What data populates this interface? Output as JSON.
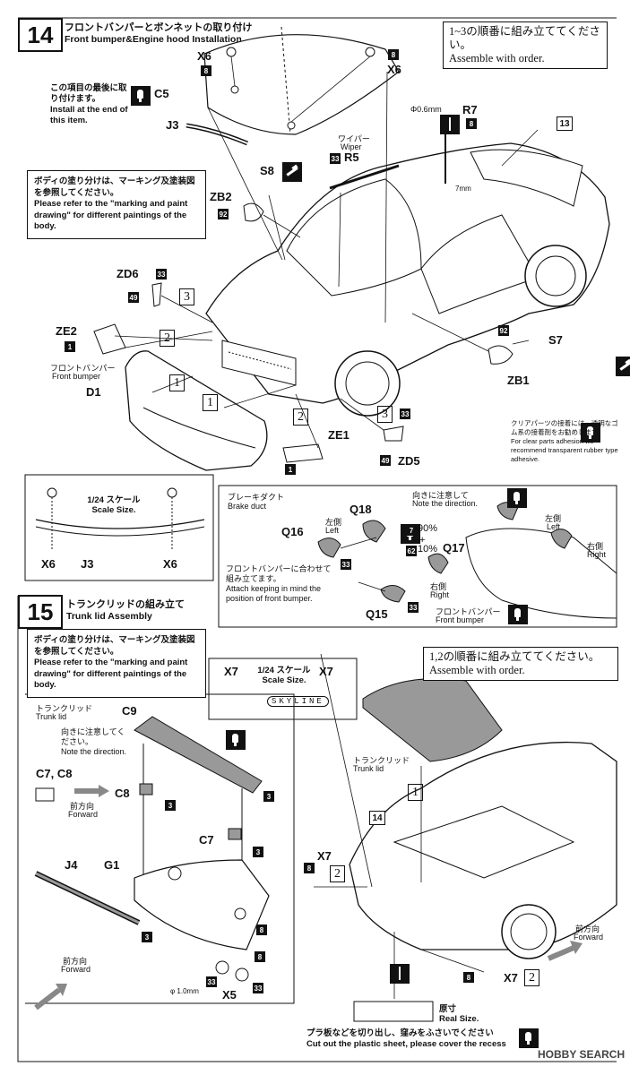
{
  "step14": {
    "number": "14",
    "title_jp": "フロントバンパーとボンネットの取り付け",
    "title_en": "Front bumper&Engine hood Installation",
    "order_jp": "1~3の順番に組み立ててください。",
    "order_en": "Assemble with order.",
    "install_last_jp": "この項目の最後に取り付けます。",
    "install_last_en": "Install at the end of this item.",
    "paint_note_jp": "ボディの塗り分けは、マーキング及塗装図を参照してください。",
    "paint_note_en": "Please refer to the \"marking and paint drawing\" for different paintings of the body.",
    "wiper_jp": "ワイパー",
    "wiper_en": "Wiper",
    "drill_size": "Φ0.6mm",
    "dim_7mm": "7mm",
    "front_bumper_jp": "フロントバンパー",
    "front_bumper_en": "Front bumper",
    "clear_parts_jp": "クリアパーツの接着には、透明なゴム系の接着剤をお勧めします。",
    "clear_parts_en": "For clear parts adhesion we recommend transparent rubber type adhesive.",
    "scale_jp": "1/24 スケール",
    "scale_en": "Scale Size.",
    "brake_duct_jp": "ブレーキダクト",
    "brake_duct_en": "Brake duct",
    "direction_jp": "向きに注意して",
    "direction_en": "Note the direction.",
    "left_jp": "左側",
    "left_en": "Left",
    "right_jp": "右側",
    "right_en": "Right",
    "mix_a": "90%",
    "mix_plus": "+",
    "mix_b": "10%",
    "keep_jp": "フロントバンパーに合わせて組み立てます。",
    "keep_en": "Attach keeping in mind the position of front bumper.",
    "ref_13": "13",
    "parts": {
      "x6": "X6",
      "c5": "C5",
      "j3": "J3",
      "r7": "R7",
      "s8": "S8",
      "r5": "R5",
      "zb2": "ZB2",
      "zd6": "ZD6",
      "ze2": "ZE2",
      "d1": "D1",
      "s7": "S7",
      "zb1": "ZB1",
      "ze1": "ZE1",
      "zd5": "ZD5",
      "q16": "Q16",
      "q18": "Q18",
      "q17": "Q17",
      "q15": "Q15"
    },
    "colors": {
      "c8": "8",
      "c33": "33",
      "c92": "92",
      "c49": "49",
      "c1": "1",
      "c7": "7",
      "c62": "62"
    },
    "order_marks": [
      "1",
      "2",
      "3"
    ]
  },
  "step15": {
    "number": "15",
    "title_jp": "トランクリッドの組み立て",
    "title_en": "Trunk lid Assembly",
    "paint_note_jp": "ボディの塗り分けは、マーキング及塗装図を参照してください。",
    "paint_note_en": "Please refer to the \"marking and paint drawing\" for different paintings of the body.",
    "order_jp": "1,2の順番に組み立ててください。",
    "order_en": "Assemble with order.",
    "trunk_lid_jp": "トランクリッド",
    "trunk_lid_en": "Trunk lid",
    "direction_jp": "向きに注意してください。",
    "direction_en": "Note the direction.",
    "forward_jp": "前方向",
    "forward_en": "Forward",
    "scale_jp": "1/24 スケール",
    "scale_en": "Scale Size.",
    "emblem": "SKYLINE",
    "drill_size": "φ 1.0mm",
    "real_size_jp": "原寸",
    "real_size_en": "Real Size.",
    "cut_note_jp": "プラ板などを切り出し、窪みをふさいでください",
    "cut_note_en": "Cut out the plastic sheet, please cover the recess",
    "ref_14": "14",
    "parts": {
      "c9": "C9",
      "c7c8": "C7, C8",
      "c8": "C8",
      "c7": "C7",
      "j4": "J4",
      "g1": "G1",
      "x5": "X5",
      "x7": "X7"
    },
    "colors": {
      "c3": "3",
      "c8": "8",
      "c33": "33"
    }
  },
  "watermark": "HOBBY SEARCH"
}
